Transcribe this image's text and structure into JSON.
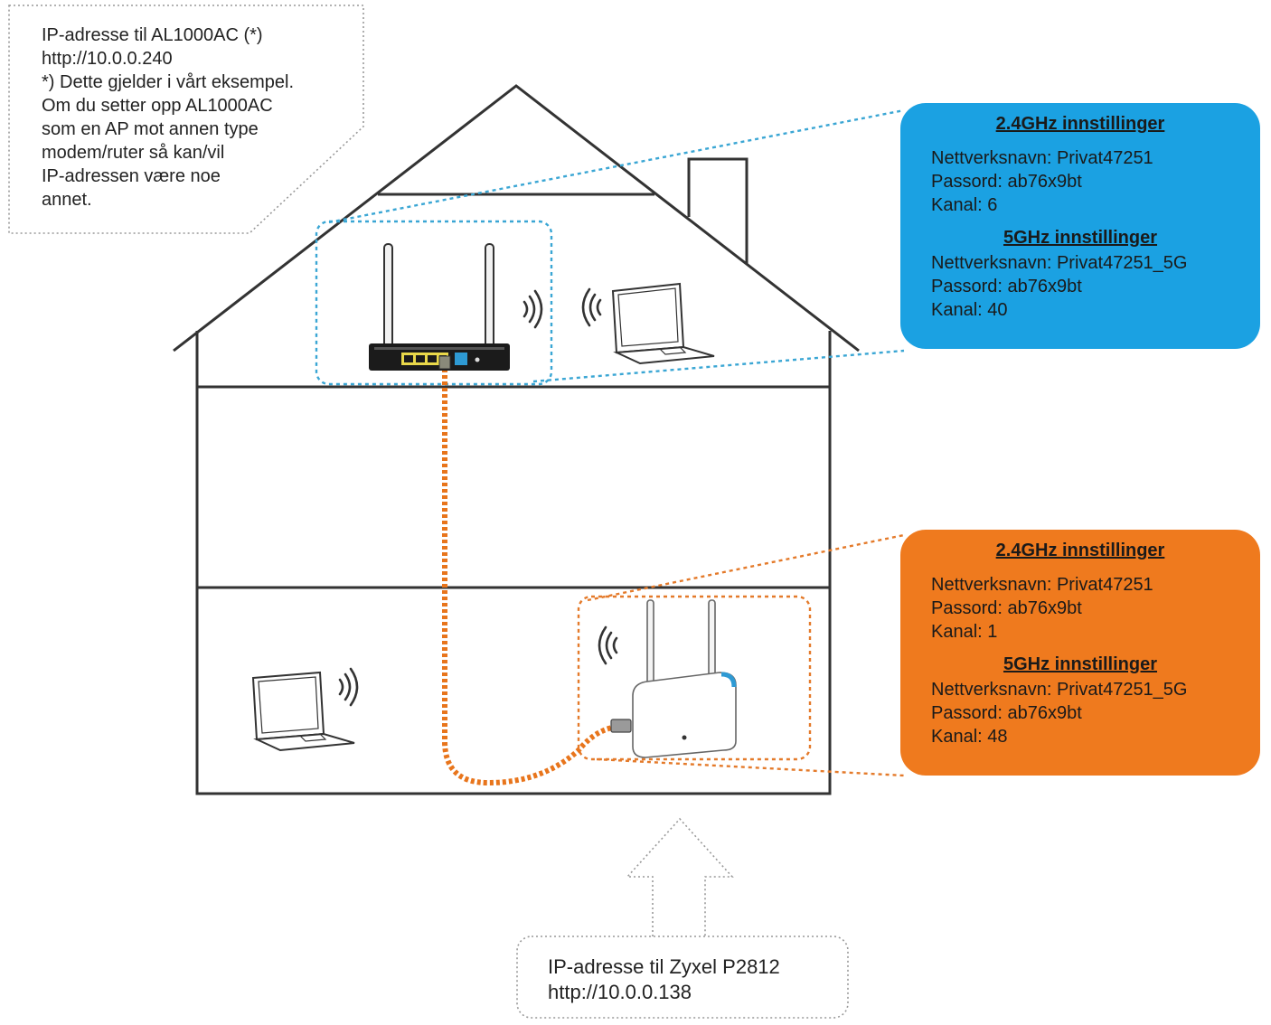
{
  "ap_callout": {
    "lines": [
      "IP-adresse til AL1000AC (*)",
      "http://10.0.0.240",
      "*) Dette gjelder i vårt eksempel.",
      "Om du setter opp AL1000AC",
      "som en AP mot annen type",
      "modem/ruter så kan/vil",
      "IP-adressen være noe",
      "annet."
    ]
  },
  "modem_callout": {
    "lines": [
      "IP-adresse til Zyxel P2812",
      "http://10.0.0.138"
    ]
  },
  "ap_settings": {
    "color": "#1ba1e2",
    "band24": {
      "heading": "2.4GHz innstillinger",
      "network": "Nettverksnavn: Privat47251",
      "password": "Passord: ab76x9bt",
      "channel": "Kanal: 6"
    },
    "band5": {
      "heading": "5GHz innstillinger",
      "network": "Nettverksnavn: Privat47251_5G",
      "password": "Passord: ab76x9bt",
      "channel": "Kanal: 40"
    }
  },
  "modem_settings": {
    "color": "#ef7a1e",
    "band24": {
      "heading": "2.4GHz innstillinger",
      "network": "Nettverksnavn: Privat47251",
      "password": "Passord: ab76x9bt",
      "channel": "Kanal: 1"
    },
    "band5": {
      "heading": "5GHz innstillinger",
      "network": "Nettverksnavn: Privat47251_5G",
      "password": "Passord: ab76x9bt",
      "channel": "Kanal: 48"
    }
  },
  "icons": {
    "ap_router": "wifi-router-icon",
    "modem_router": "modem-router-icon",
    "laptop": "laptop-icon",
    "wifi_signal": "wifi-signal-icon"
  }
}
